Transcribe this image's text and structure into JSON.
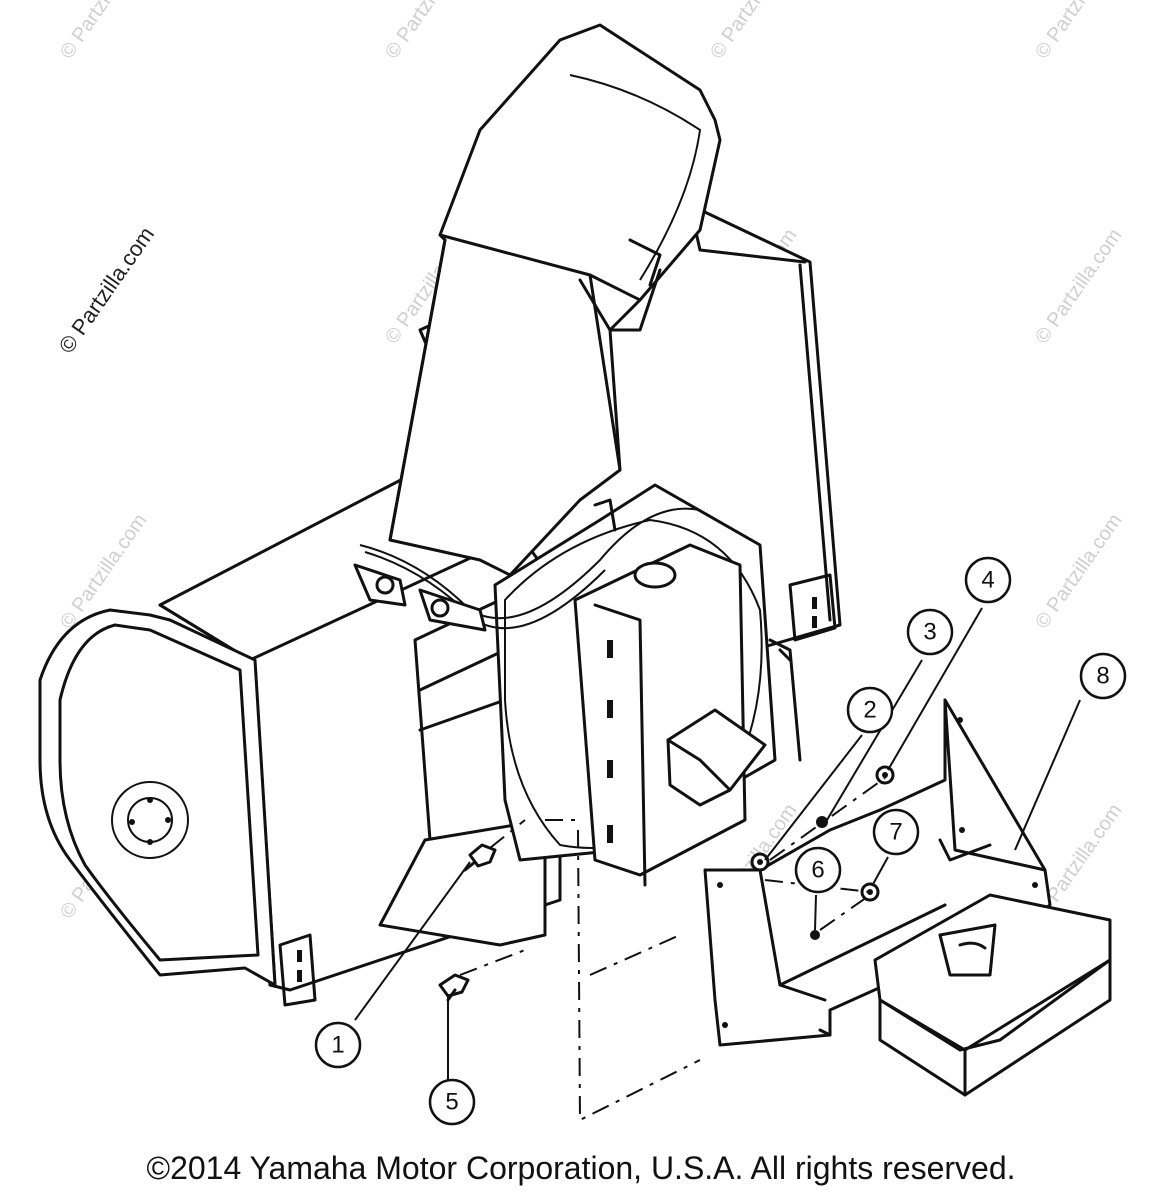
{
  "watermark": {
    "text": "© Partzilla.com"
  },
  "callouts": [
    "1",
    "2",
    "3",
    "4",
    "5",
    "6",
    "7",
    "8"
  ],
  "copyright": "©2014 Yamaha Motor Corporation, U.S.A. All rights reserved."
}
